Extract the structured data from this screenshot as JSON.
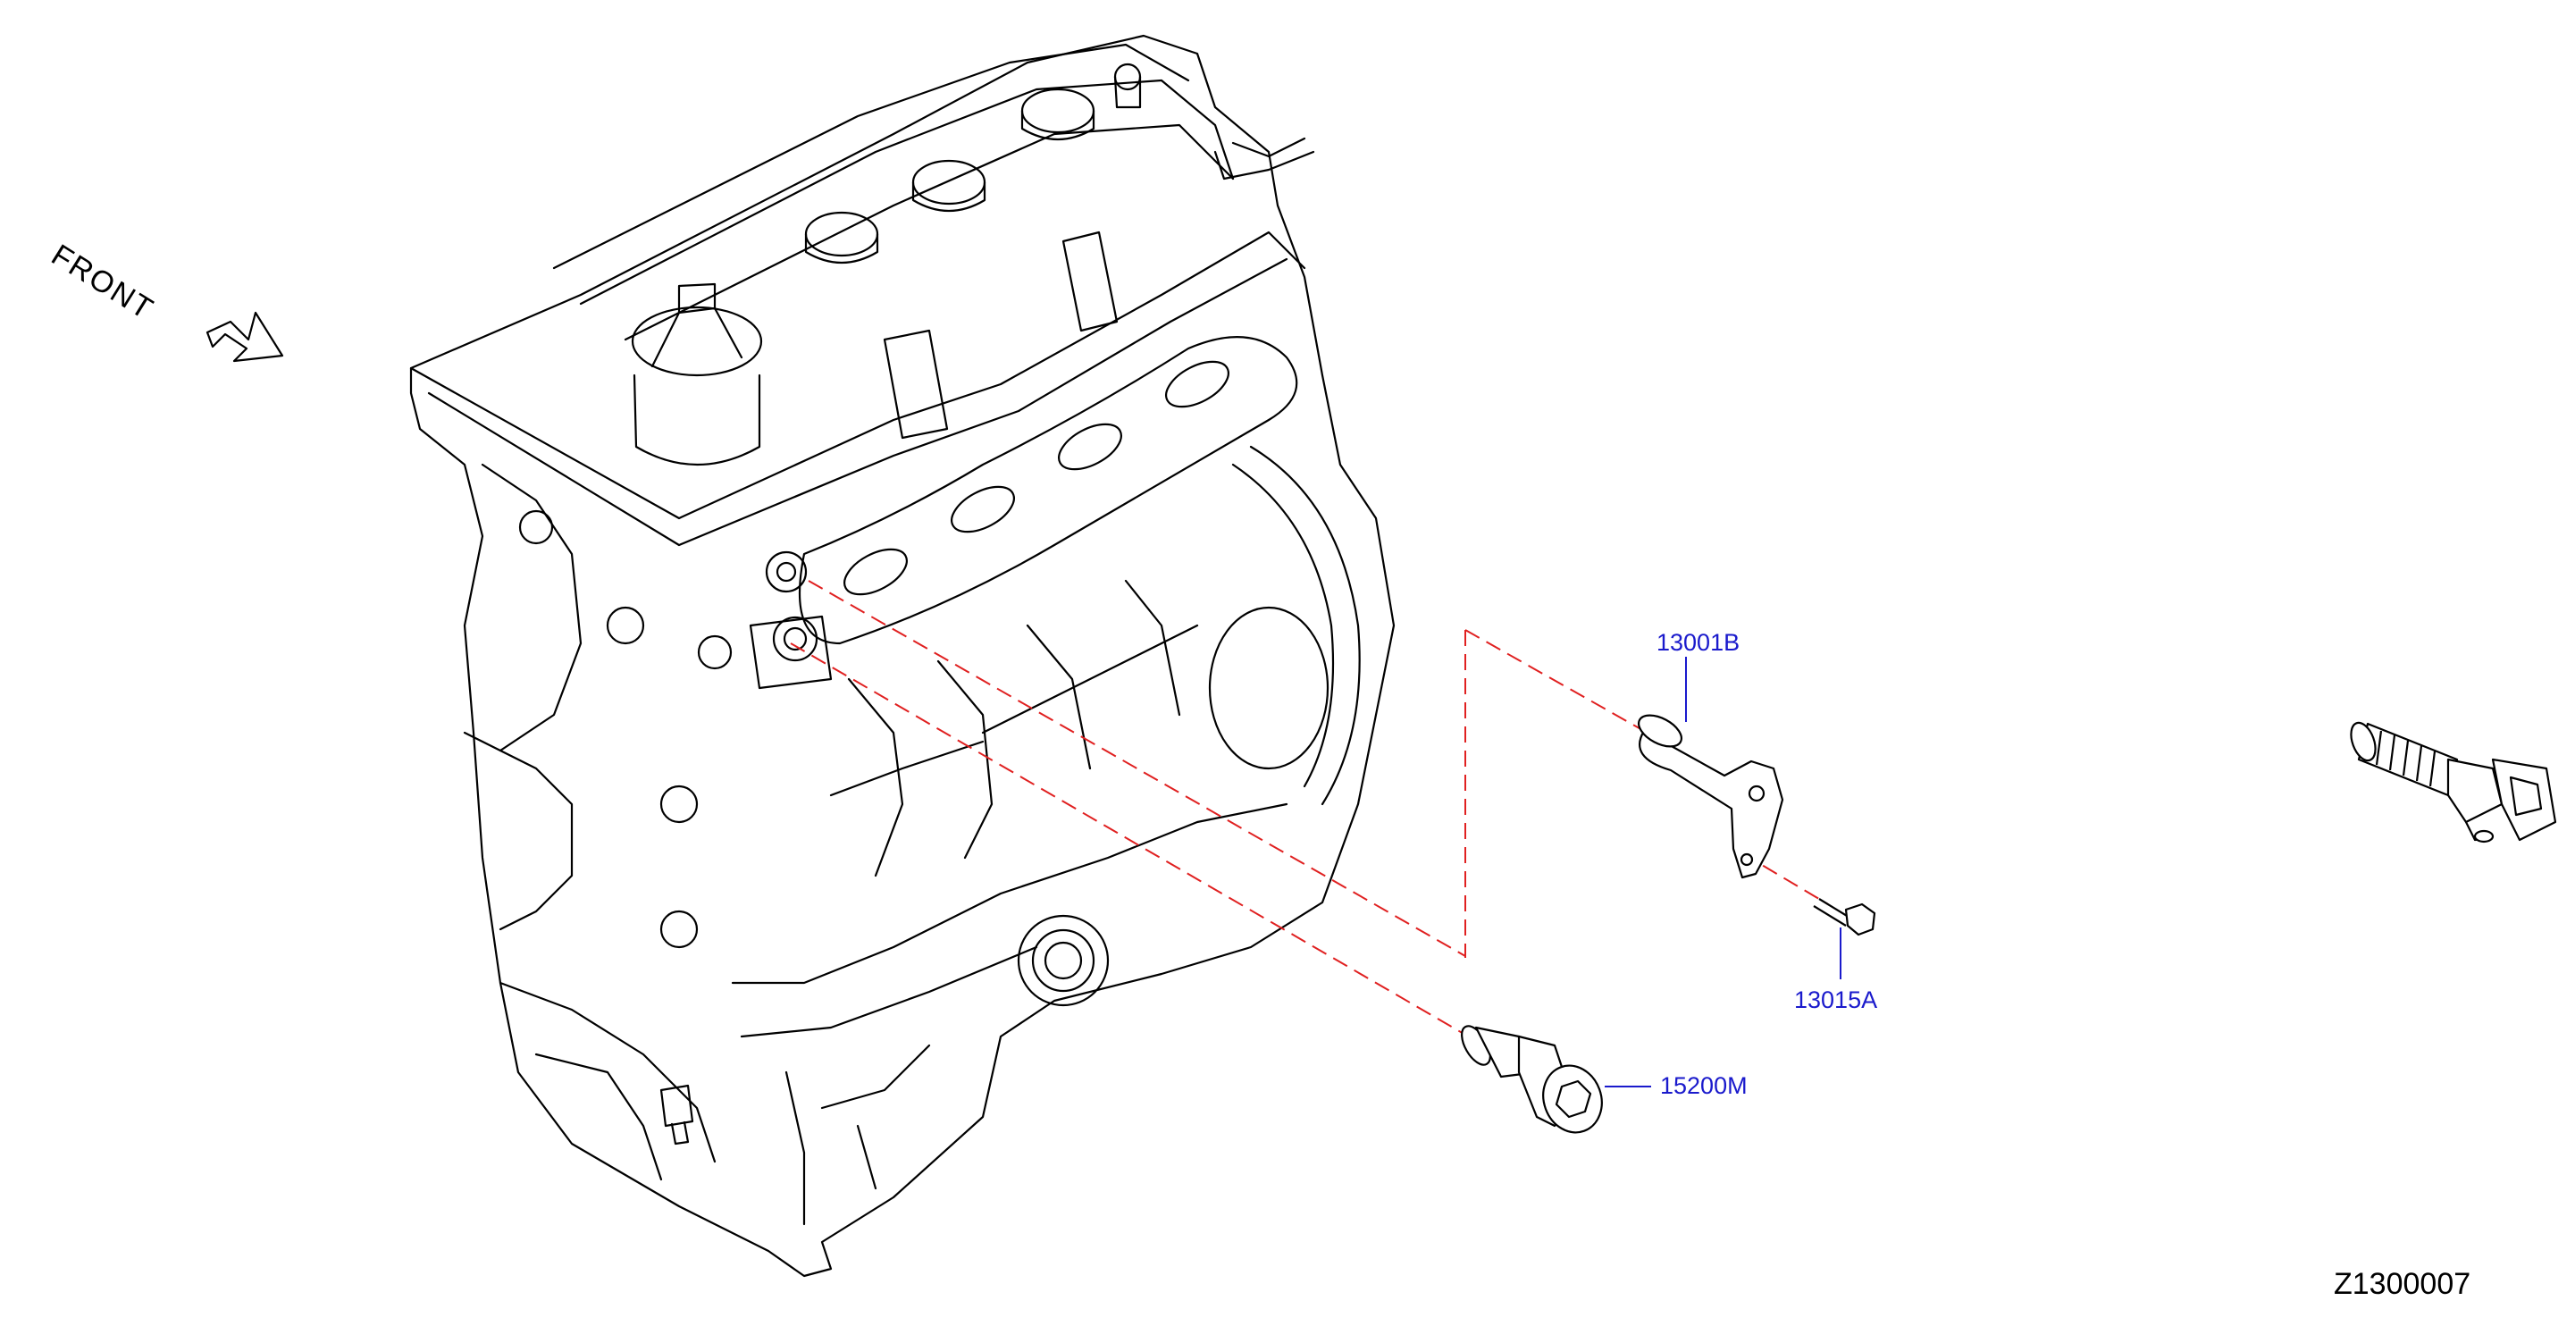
{
  "front_label": "FRONT",
  "diagram_id": "Z1300007",
  "colors": {
    "callout_text": "#1a1acc",
    "leader_line": "#1a1acc",
    "phantom_line": "#e02020",
    "linework": "#000000",
    "background": "#ffffff"
  },
  "callouts": [
    {
      "part_number": "13001B"
    },
    {
      "part_number": "13015A"
    },
    {
      "part_number": "15200M"
    }
  ]
}
